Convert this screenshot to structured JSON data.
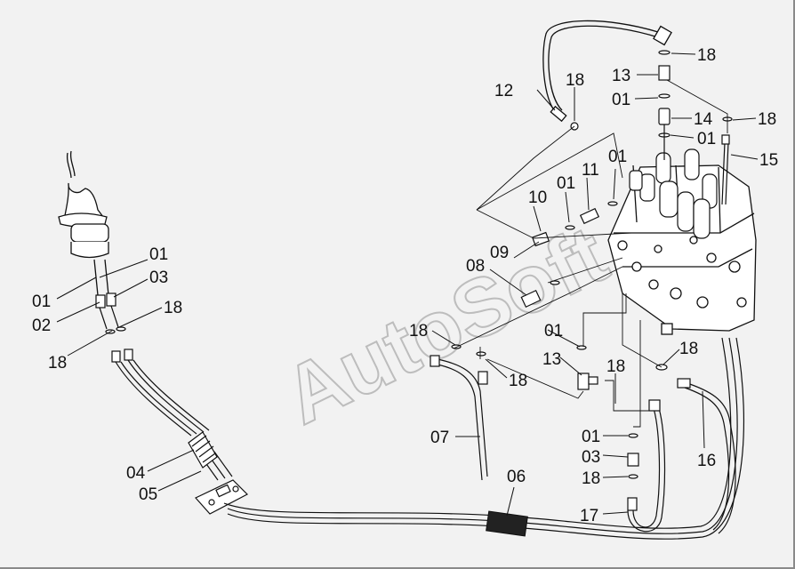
{
  "watermark": "AutoSoft",
  "callouts": [
    {
      "id": "c01a",
      "text": "01"
    },
    {
      "id": "c01b",
      "text": "01"
    },
    {
      "id": "c02",
      "text": "02"
    },
    {
      "id": "c03a",
      "text": "03"
    },
    {
      "id": "c18a",
      "text": "18"
    },
    {
      "id": "c18b",
      "text": "18"
    },
    {
      "id": "c04",
      "text": "04"
    },
    {
      "id": "c05",
      "text": "05"
    },
    {
      "id": "c06",
      "text": "06"
    },
    {
      "id": "c07",
      "text": "07"
    },
    {
      "id": "c08",
      "text": "08"
    },
    {
      "id": "c09",
      "text": "09"
    },
    {
      "id": "c10",
      "text": "10"
    },
    {
      "id": "c01c",
      "text": "01"
    },
    {
      "id": "c11",
      "text": "11"
    },
    {
      "id": "c01d",
      "text": "01"
    },
    {
      "id": "c12",
      "text": "12"
    },
    {
      "id": "c18c",
      "text": "18"
    },
    {
      "id": "c13a",
      "text": "13"
    },
    {
      "id": "c18d",
      "text": "18"
    },
    {
      "id": "c01e",
      "text": "01"
    },
    {
      "id": "c14",
      "text": "14"
    },
    {
      "id": "c18e",
      "text": "18"
    },
    {
      "id": "c01f",
      "text": "01"
    },
    {
      "id": "c15",
      "text": "15"
    },
    {
      "id": "c18f",
      "text": "18"
    },
    {
      "id": "c18g",
      "text": "18"
    },
    {
      "id": "c13b",
      "text": "13"
    },
    {
      "id": "c01g",
      "text": "01"
    },
    {
      "id": "c18h",
      "text": "18"
    },
    {
      "id": "c18i",
      "text": "18"
    },
    {
      "id": "c16",
      "text": "16"
    },
    {
      "id": "c01h",
      "text": "01"
    },
    {
      "id": "c03b",
      "text": "03"
    },
    {
      "id": "c18j",
      "text": "18"
    },
    {
      "id": "c17",
      "text": "17"
    }
  ]
}
